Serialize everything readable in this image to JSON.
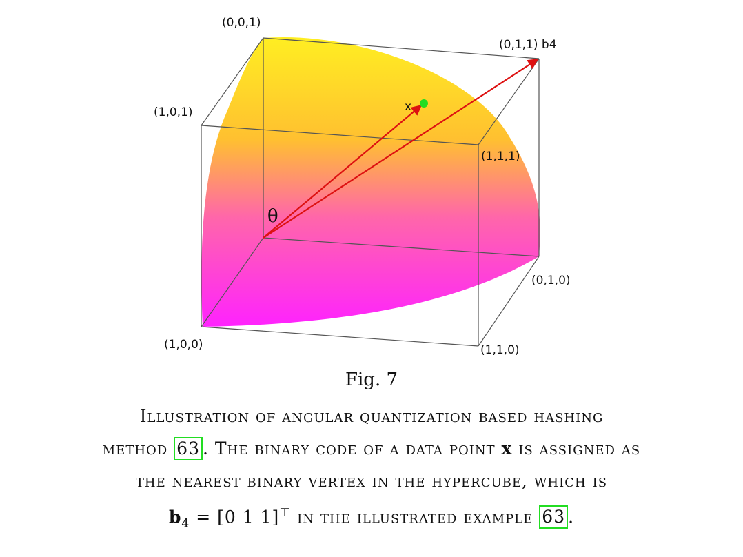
{
  "figure": {
    "vertices": {
      "v001": "(0,0,1)",
      "v011": "(0,1,1) b4",
      "v101": "(1,0,1)",
      "v111": "(1,1,1)",
      "v010": "(0,1,0)",
      "v100": "(1,0,0)",
      "v110": "(1,1,0)"
    },
    "point_label": "x",
    "angle_label": "θ",
    "colors": {
      "surface_top": "#ffee22",
      "surface_bottom": "#ff22ff",
      "arrow": "#dd1111",
      "point": "#22dd22",
      "cube_edges": "#555555"
    }
  },
  "caption": {
    "fig_number": "Fig. 7",
    "line1": "Illustration of angular quantization based hashing",
    "line2_pre": "method ",
    "cite": "63",
    "line2_mid": ". The binary code of a data point ",
    "x_bold": "x",
    "line2_post": " is assigned as",
    "line3": "the nearest binary vertex in the hypercube, which is",
    "b_bold": "b",
    "b_sub": "4",
    "math": " = [0  1  1]",
    "sup": "⊤",
    "line4_post": " in the illustrated example ",
    "end": "."
  }
}
